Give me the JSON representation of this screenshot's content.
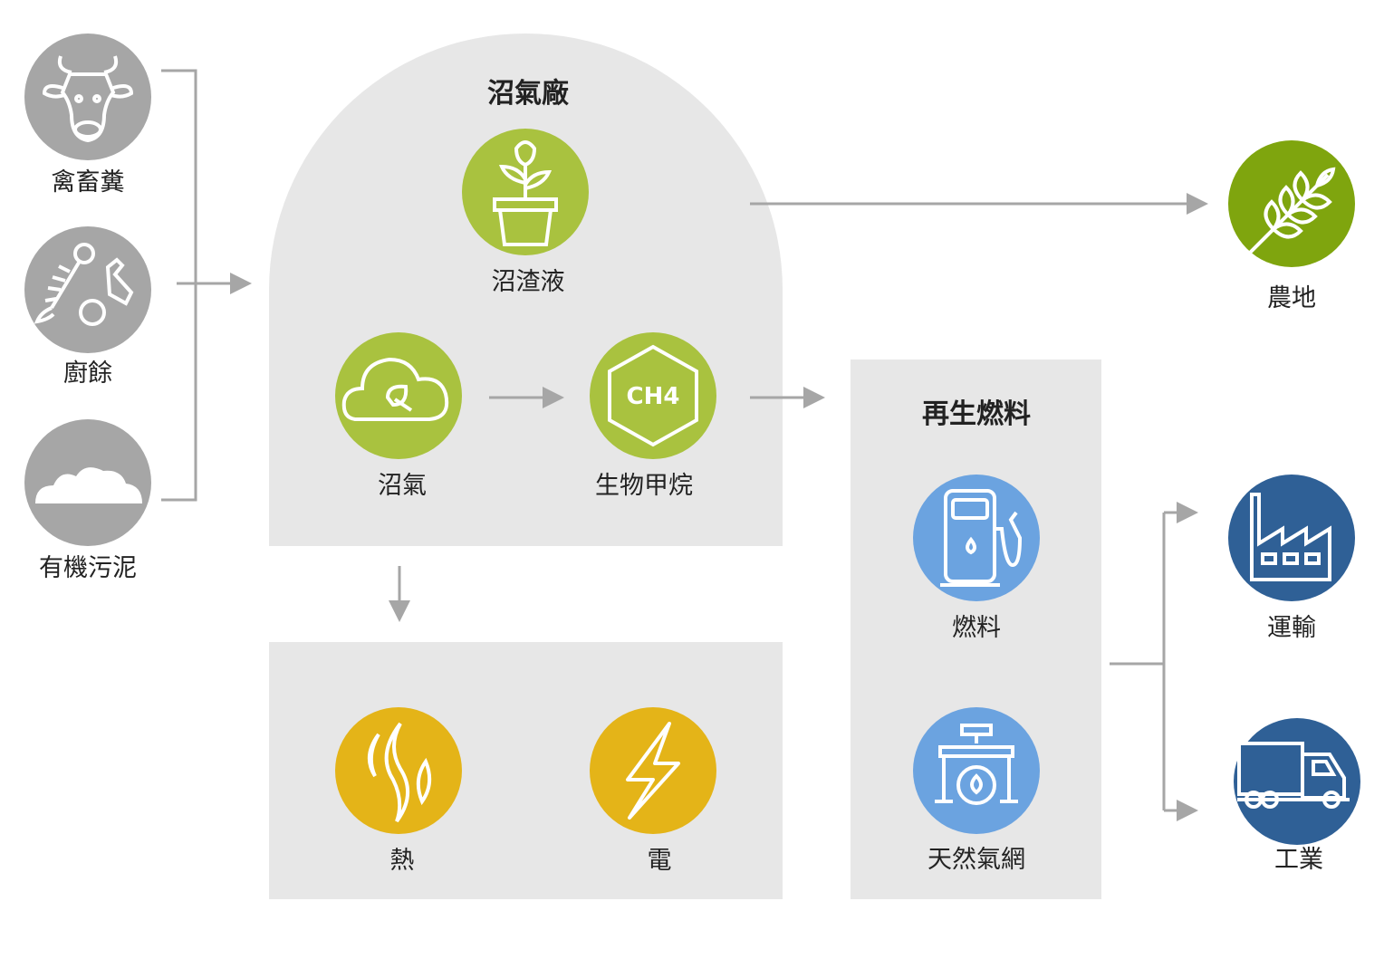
{
  "inputs": [
    {
      "label": "禽畜糞",
      "icon": "cow-icon"
    },
    {
      "label": "廚餘",
      "icon": "food-waste-icon"
    },
    {
      "label": "有機污泥",
      "icon": "sludge-icon"
    }
  ],
  "plant": {
    "title": "沼氣廠",
    "digestate": "沼渣液",
    "biogas": "沼氣",
    "biomethane": "生物甲烷",
    "ch4_text": "CH4"
  },
  "energy": {
    "heat": "熱",
    "electricity": "電"
  },
  "fuel": {
    "title": "再生燃料",
    "fuel": "燃料",
    "gas_grid": "天然氣網"
  },
  "outputs": {
    "farmland": "農地",
    "transport": "運輸",
    "industry": "工業"
  },
  "colors": {
    "gray": "#a6a6a6",
    "green": "#a9c23f",
    "dark_green": "#7fa50e",
    "blue": "#6ba3e0",
    "dark_blue": "#2f6096",
    "yellow": "#e4b418",
    "panel": "#e7e7e7",
    "arrow": "#a6a6a6"
  }
}
